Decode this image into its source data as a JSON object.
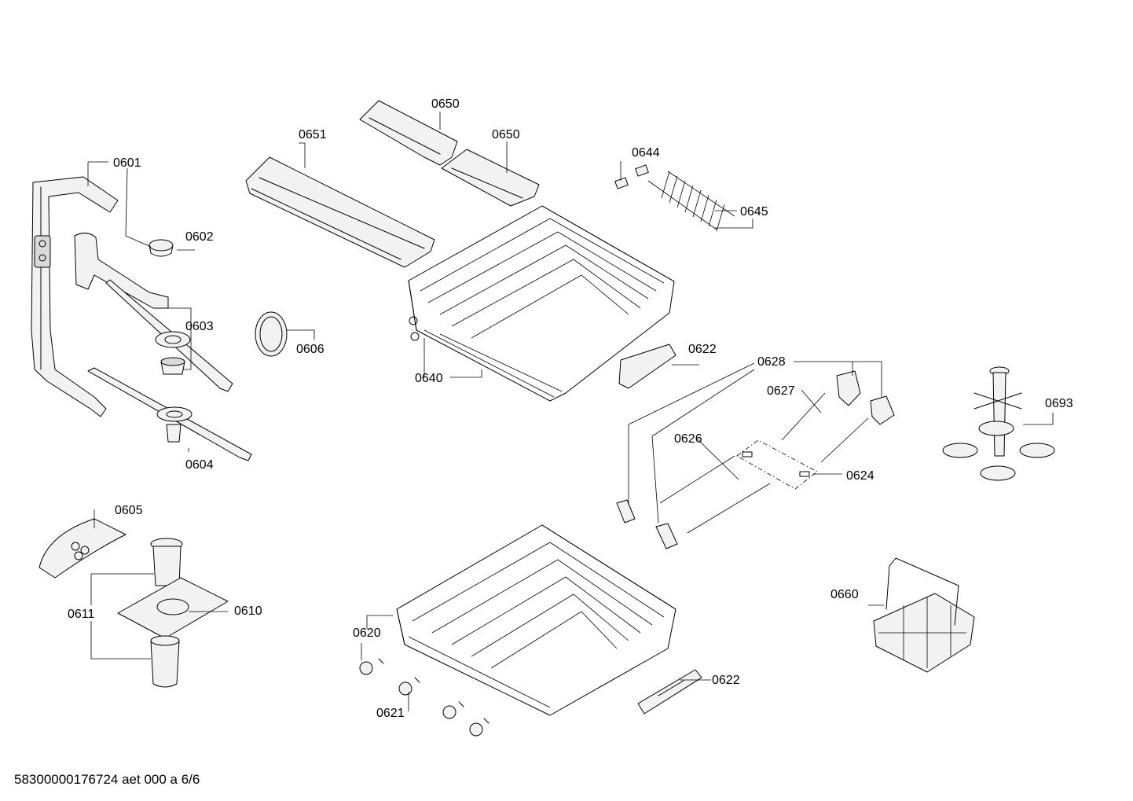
{
  "labels": {
    "p0601": "0601",
    "p0602": "0602",
    "p0603": "0603",
    "p0604": "0604",
    "p0605": "0605",
    "p0606": "0606",
    "p0610": "0610",
    "p0611": "0611",
    "p0620": "0620",
    "p0621": "0621",
    "p0622a": "0622",
    "p0622b": "0622",
    "p0624": "0624",
    "p0626": "0626",
    "p0627": "0627",
    "p0628": "0628",
    "p0640": "0640",
    "p0644": "0644",
    "p0645": "0645",
    "p0650a": "0650",
    "p0650b": "0650",
    "p0651": "0651",
    "p0660": "0660",
    "p0693": "0693"
  },
  "footer": {
    "code": "58300000176724 aet 000 a 6/6"
  }
}
